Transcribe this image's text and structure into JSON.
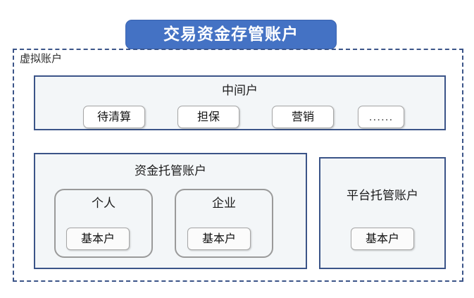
{
  "diagram": {
    "title": "交易资金存管账户",
    "outer_container_label": "虚拟账户",
    "sections": {
      "intermediary": {
        "title": "中间户",
        "items": [
          {
            "label": "待清算"
          },
          {
            "label": "担保"
          },
          {
            "label": "营销"
          },
          {
            "label": "......"
          }
        ]
      },
      "custody": {
        "title": "资金托管账户",
        "groups": [
          {
            "title": "个人",
            "account": "基本户"
          },
          {
            "title": "企业",
            "account": "基本户"
          }
        ]
      },
      "platform": {
        "title": "平台托管账户",
        "account": "基本户"
      }
    },
    "colors": {
      "title_fill": "#4472C4",
      "title_text": "#FFFFFF",
      "section_border": "#3B5488",
      "section_fill": "#F3F6F8",
      "dashed_border": "#3B5488",
      "box_border": "#A6A6A6",
      "box_fill": "#FFFFFF",
      "subgroup_border": "#9A9A9A",
      "text": "#1B1B1B",
      "page_background": "#FFFFFF"
    }
  }
}
